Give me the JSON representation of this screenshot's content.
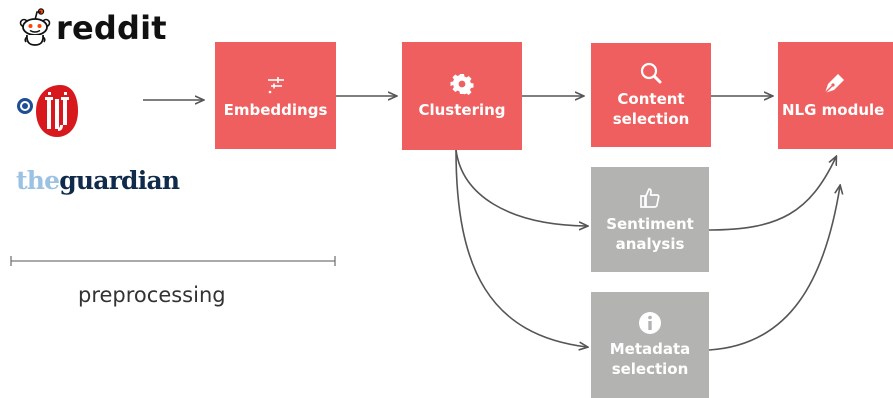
{
  "sources": {
    "reddit": {
      "wordmark": "reddit"
    },
    "guardian": {
      "the": "the",
      "name": "guardian"
    }
  },
  "nodes": {
    "embeddings": {
      "label": "Embeddings",
      "icon": "sliders-icon"
    },
    "clustering": {
      "label": "Clustering",
      "icon": "gear-icon"
    },
    "content_selection": {
      "label_line1": "Content",
      "label_line2": "selection",
      "icon": "magnifier-icon"
    },
    "nlg_module": {
      "label": "NLG module",
      "icon": "pen-nib-icon"
    },
    "sentiment_analysis": {
      "label_line1": "Sentiment",
      "label_line2": "analysis",
      "icon": "thumbs-up-icon"
    },
    "metadata_selection": {
      "label_line1": "Metadata",
      "label_line2": "selection",
      "icon": "info-icon"
    }
  },
  "preprocessing": {
    "label": "preprocessing"
  },
  "colors": {
    "red_node": "#f05f5f",
    "gray_node": "#b3b3b1",
    "arrow": "#555555",
    "reddit_orange": "#ff4500",
    "ij_red": "#d7191d",
    "guardian_light": "#9bc2e3",
    "guardian_dark": "#102a4c"
  }
}
